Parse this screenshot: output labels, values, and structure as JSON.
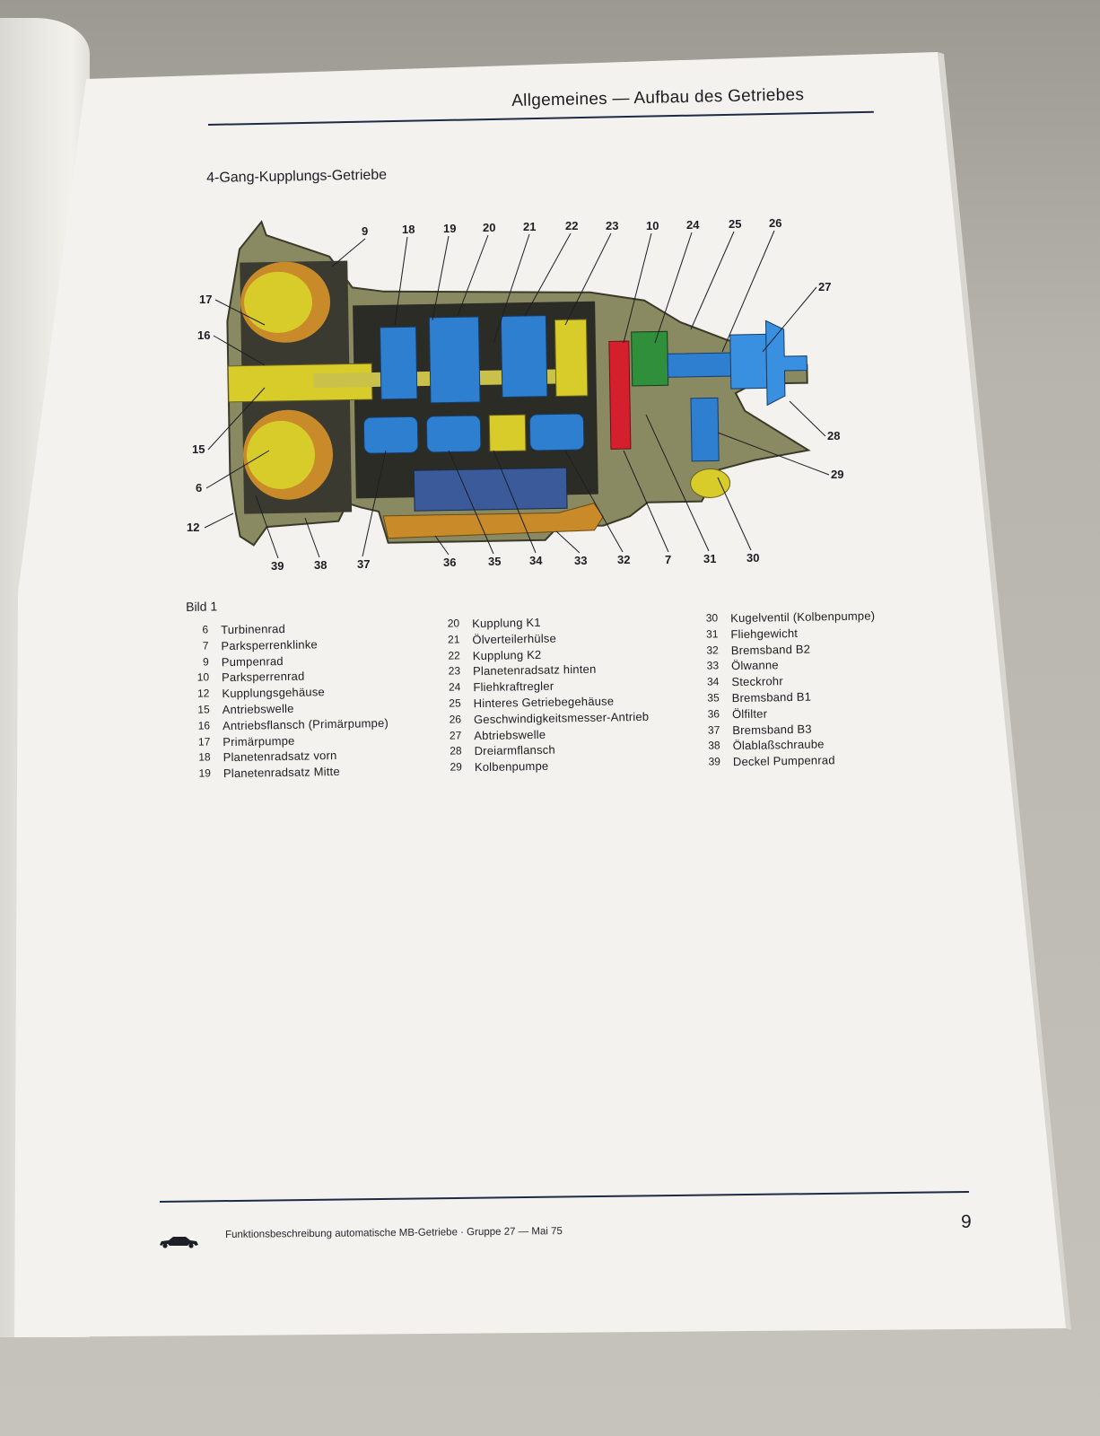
{
  "header": {
    "title": "Allgemeines — Aufbau des Getriebes"
  },
  "section": {
    "title": "4-Gang-Kupplungs-Getriebe"
  },
  "figure": {
    "caption": "Bild  1",
    "callouts_top": [
      "9",
      "18",
      "19",
      "20",
      "21",
      "22",
      "23",
      "10",
      "24",
      "25",
      "26"
    ],
    "callouts_left": [
      "17",
      "16",
      "15",
      "6",
      "12"
    ],
    "callouts_right": [
      "27",
      "28",
      "29"
    ],
    "callouts_bottom": [
      "39",
      "38",
      "37",
      "36",
      "35",
      "34",
      "33",
      "32",
      "7",
      "31",
      "30"
    ]
  },
  "legend": {
    "col1": [
      {
        "num": "6",
        "label": "Turbinenrad"
      },
      {
        "num": "7",
        "label": "Parksperrenklinke"
      },
      {
        "num": "9",
        "label": "Pumpenrad"
      },
      {
        "num": "10",
        "label": "Parksperrenrad"
      },
      {
        "num": "12",
        "label": "Kupplungsgehäuse"
      },
      {
        "num": "15",
        "label": "Antriebswelle"
      },
      {
        "num": "16",
        "label": "Antriebsflansch (Primärpumpe)"
      },
      {
        "num": "17",
        "label": "Primärpumpe"
      },
      {
        "num": "18",
        "label": "Planetenradsatz vorn"
      },
      {
        "num": "19",
        "label": "Planetenradsatz Mitte"
      }
    ],
    "col2": [
      {
        "num": "20",
        "label": "Kupplung K1"
      },
      {
        "num": "21",
        "label": "Ölverteilerhülse"
      },
      {
        "num": "22",
        "label": "Kupplung K2"
      },
      {
        "num": "23",
        "label": "Planetenradsatz hinten"
      },
      {
        "num": "24",
        "label": "Fliehkraftregler"
      },
      {
        "num": "25",
        "label": "Hinteres Getriebegehäuse"
      },
      {
        "num": "26",
        "label": "Geschwindigkeitsmesser-Antrieb"
      },
      {
        "num": "27",
        "label": "Abtriebswelle"
      },
      {
        "num": "28",
        "label": "Dreiarmflansch"
      },
      {
        "num": "29",
        "label": "Kolbenpumpe"
      }
    ],
    "col3": [
      {
        "num": "30",
        "label": "Kugelventil (Kolbenpumpe)"
      },
      {
        "num": "31",
        "label": "Fliehgewicht"
      },
      {
        "num": "32",
        "label": "Bremsband B2"
      },
      {
        "num": "33",
        "label": "Ölwanne"
      },
      {
        "num": "34",
        "label": "Steckrohr"
      },
      {
        "num": "35",
        "label": "Bremsband B1"
      },
      {
        "num": "36",
        "label": "Ölfilter"
      },
      {
        "num": "37",
        "label": "Bremsband B3"
      },
      {
        "num": "38",
        "label": "Ölablaßschraube"
      },
      {
        "num": "39",
        "label": "Deckel Pumpenrad"
      }
    ]
  },
  "footer": {
    "text": "Funktionsbeschreibung automatische MB-Getriebe · Gruppe 27 — Mai 75",
    "page_number": "9",
    "icon": "car-icon"
  },
  "colors": {
    "rule": "#1e2b46",
    "yellow": "#d8cc2a",
    "blue": "#2f7fd0",
    "red": "#d4202c",
    "green": "#2f8f3a",
    "orange": "#c98a2a",
    "housing": "#8a8a62"
  }
}
